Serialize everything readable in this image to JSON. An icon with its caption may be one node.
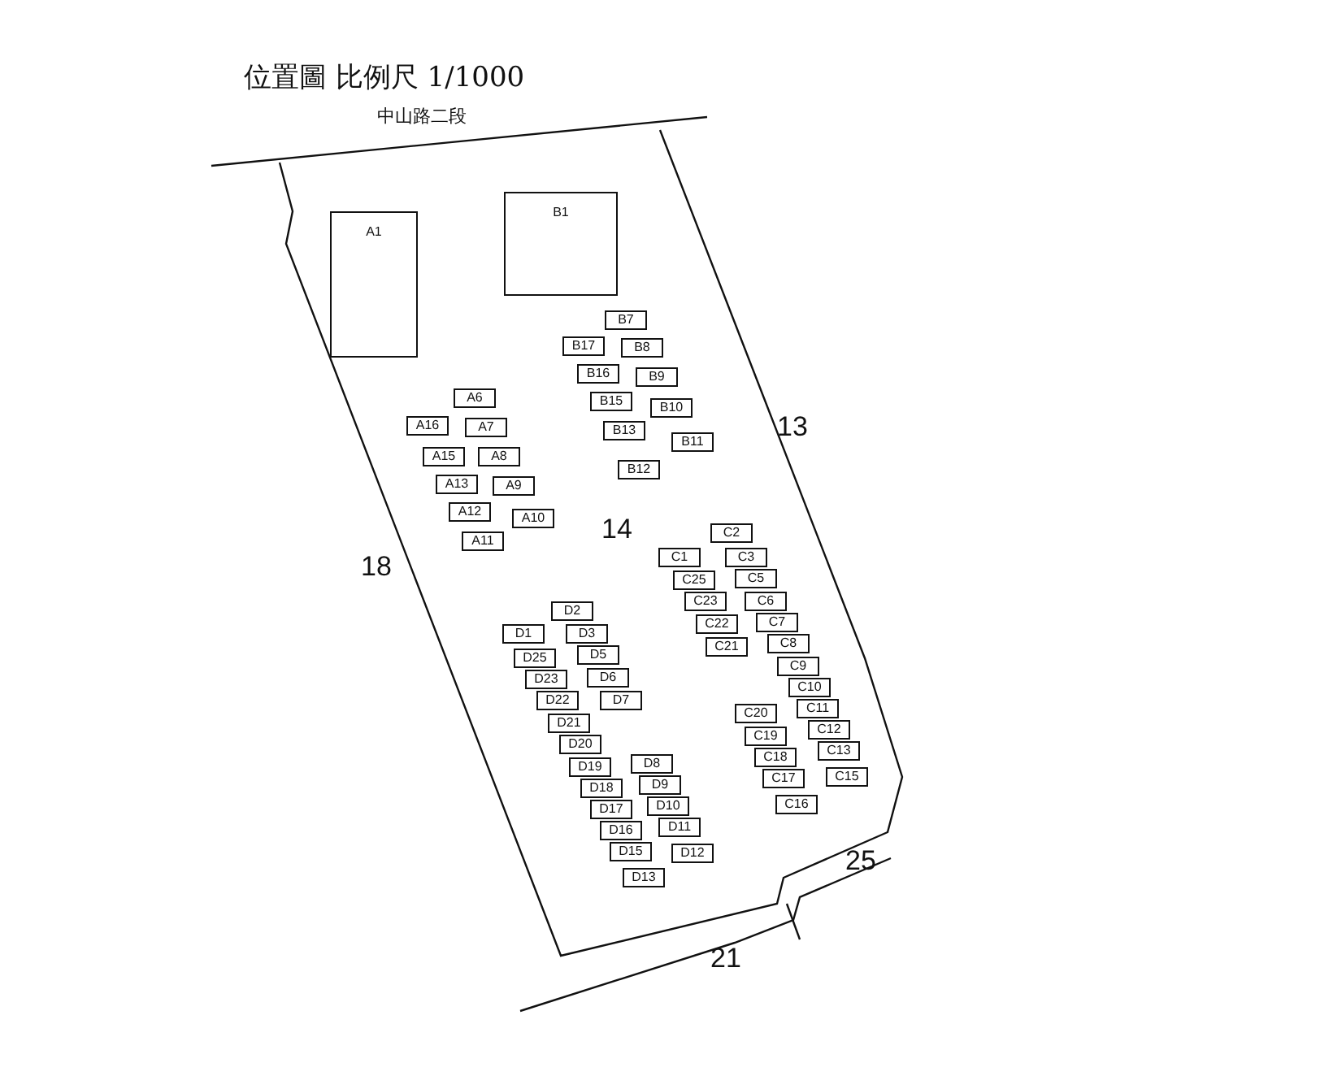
{
  "diagram": {
    "title": "位置圖 比例尺 1/1000",
    "nodes": [
      {
        "text": [
          "A1"
        ]
      },
      {
        "text": [
          "A16"
        ]
      },
      {
        "text": [
          "A15"
        ]
      },
      {
        "text": [
          "A13"
        ]
      },
      {
        "text": [
          "A12"
        ]
      },
      {
        "text": [
          "A11"
        ]
      },
      {
        "text": [
          "A6"
        ]
      },
      {
        "text": [
          "A7"
        ]
      },
      {
        "text": [
          "A8"
        ]
      },
      {
        "text": [
          "A9"
        ]
      },
      {
        "text": [
          "A10"
        ]
      },
      {
        "text": [
          "B1"
        ]
      },
      {
        "text": [
          "B17"
        ]
      },
      {
        "text": [
          "B16"
        ]
      },
      {
        "text": [
          "B15"
        ]
      },
      {
        "text": [
          "B13"
        ]
      },
      {
        "text": [
          "B12"
        ]
      },
      {
        "text": [
          "B7"
        ]
      },
      {
        "text": [
          "B8"
        ]
      },
      {
        "text": [
          "B9"
        ]
      },
      {
        "text": [
          "B10"
        ]
      },
      {
        "text": [
          "B11"
        ]
      },
      {
        "text": [
          "C1"
        ]
      },
      {
        "text": [
          "C25"
        ]
      },
      {
        "text": [
          "C23"
        ]
      },
      {
        "text": [
          "C22"
        ]
      },
      {
        "text": [
          "C21"
        ]
      },
      {
        "text": [
          "C20"
        ]
      },
      {
        "text": [
          "C19"
        ]
      },
      {
        "text": [
          "C18"
        ]
      },
      {
        "text": [
          "C17"
        ]
      },
      {
        "text": [
          "C16"
        ]
      },
      {
        "text": [
          "C2"
        ]
      },
      {
        "text": [
          "C3"
        ]
      },
      {
        "text": [
          "C5"
        ]
      },
      {
        "text": [
          "C6"
        ]
      },
      {
        "text": [
          "C7"
        ]
      },
      {
        "text": [
          "C8"
        ]
      },
      {
        "text": [
          "C9"
        ]
      },
      {
        "text": [
          "C10"
        ]
      },
      {
        "text": [
          "C11"
        ]
      },
      {
        "text": [
          "C12"
        ]
      },
      {
        "text": [
          "C13"
        ]
      },
      {
        "text": [
          "C15"
        ]
      },
      {
        "text": [
          "D1"
        ]
      },
      {
        "text": [
          "D25"
        ]
      },
      {
        "text": [
          "D23"
        ]
      },
      {
        "text": [
          "D22"
        ]
      },
      {
        "text": [
          "D21"
        ]
      },
      {
        "text": [
          "D20"
        ]
      },
      {
        "text": [
          "D19"
        ]
      },
      {
        "text": [
          "D18"
        ]
      },
      {
        "text": [
          "D17"
        ]
      },
      {
        "text": [
          "D16"
        ]
      },
      {
        "text": [
          "D15"
        ]
      },
      {
        "text": [
          "D13"
        ]
      },
      {
        "text": [
          "D2"
        ]
      },
      {
        "text": [
          "D3"
        ]
      },
      {
        "text": [
          "D5"
        ]
      },
      {
        "text": [
          "D6"
        ]
      },
      {
        "text": [
          "D7"
        ]
      },
      {
        "text": [
          "D8"
        ]
      },
      {
        "text": [
          "D9"
        ]
      },
      {
        "text": [
          "D10"
        ]
      },
      {
        "text": [
          "D11"
        ]
      },
      {
        "text": [
          "D12"
        ]
      }
    ],
    "labels": [
      "中山路二段",
      "13",
      "14",
      "18",
      "25",
      "21"
    ]
  }
}
